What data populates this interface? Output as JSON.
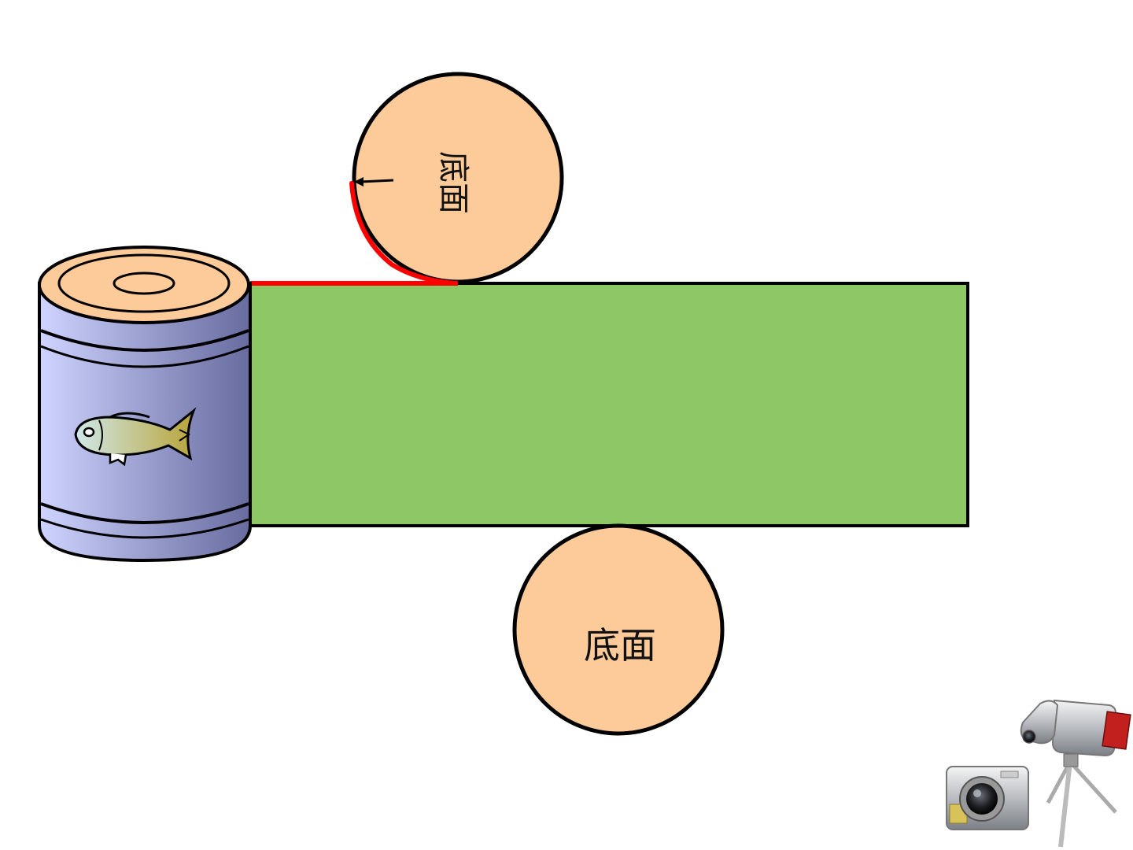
{
  "diagram": {
    "top_circle_label": "底面",
    "bottom_circle_label": "底面"
  },
  "colors": {
    "lateral_surface": "#8ec766",
    "base_face": "#fdca99",
    "can_body_light": "#cfd3ff",
    "can_body_dark": "#676b9e",
    "can_top": "#fdca99",
    "highlight_edge": "#ff0000",
    "fish_head": "#cfe8e8",
    "fish_tail": "#b9a43a",
    "outline": "#000000"
  },
  "icons": {
    "can": "tin-can-with-fish-label",
    "camera": "digital-camera-icon",
    "camcorder": "camcorder-on-tripod-icon"
  }
}
